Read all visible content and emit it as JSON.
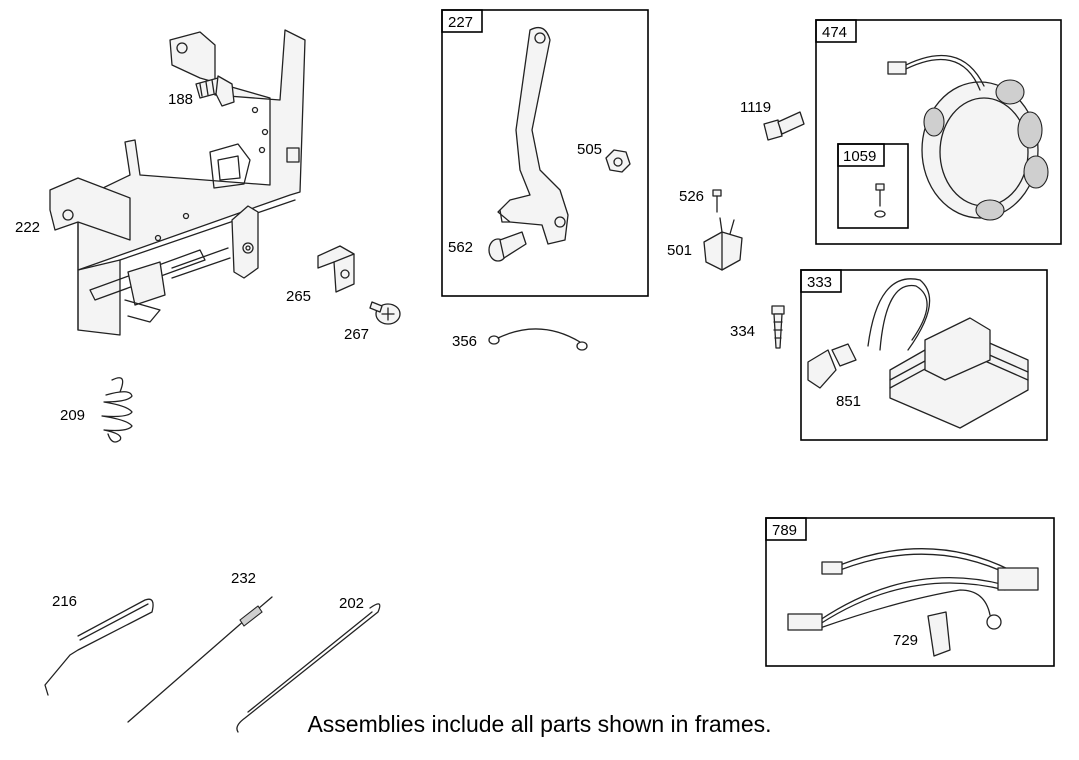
{
  "footer_note": "Assemblies include all parts shown in frames.",
  "parts": {
    "188": "188",
    "222": "222",
    "265": "265",
    "267": "267",
    "209": "209",
    "216": "216",
    "232": "232",
    "202": "202",
    "356": "356",
    "505": "505",
    "562": "562",
    "1119": "1119",
    "526": "526",
    "501": "501",
    "334": "334",
    "851": "851",
    "729": "729"
  },
  "frames": {
    "227": "227",
    "474": "474",
    "1059": "1059",
    "333": "333",
    "789": "789"
  }
}
